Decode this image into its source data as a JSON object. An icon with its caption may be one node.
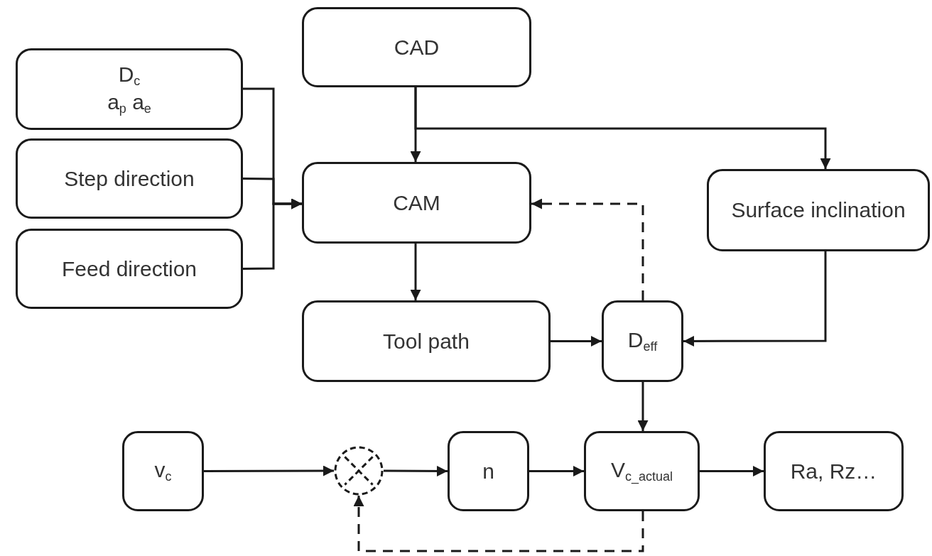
{
  "diagram": {
    "nodes": [
      {
        "text": [
          "CAD"
        ]
      },
      {
        "text": [
          "D$_{c}$",
          "a$_{p}$ a$_{e}$"
        ]
      },
      {
        "text": [
          "Step direction"
        ]
      },
      {
        "text": [
          "Feed direction"
        ]
      },
      {
        "text": [
          "CAM"
        ]
      },
      {
        "text": [
          "Surface inclination"
        ]
      },
      {
        "text": [
          "Tool path"
        ]
      },
      {
        "text": [
          "D$_{eff}$"
        ]
      },
      {
        "text": [
          "v$_{c}$"
        ]
      },
      {
        "text": [],
        "shape": "circle"
      },
      {
        "text": [
          "n"
        ]
      },
      {
        "text": [
          "V$_{c_actual}$"
        ]
      },
      {
        "text": [
          "Ra, Rz…"
        ]
      }
    ],
    "edges": [
      {
        "from": 1,
        "to": 4,
        "arrow": "to"
      },
      {
        "from": 2,
        "to": 4,
        "arrow": "to"
      },
      {
        "from": 3,
        "to": 4,
        "arrow": "to"
      },
      {
        "from": 0,
        "to": 4,
        "arrow": "to"
      },
      {
        "from": 0,
        "to": 5,
        "arrow": "to"
      },
      {
        "from": 4,
        "to": 6,
        "arrow": "to"
      },
      {
        "from": 6,
        "to": 7,
        "arrow": "to"
      },
      {
        "from": 5,
        "to": 7,
        "arrow": "to"
      },
      {
        "from": 7,
        "to": 4,
        "arrow": "to",
        "style": "dashed"
      },
      {
        "from": 7,
        "to": 11,
        "arrow": "to"
      },
      {
        "from": 8,
        "to": 9,
        "arrow": "to"
      },
      {
        "from": 9,
        "to": 10,
        "arrow": "to"
      },
      {
        "from": 10,
        "to": 11,
        "arrow": "to"
      },
      {
        "from": 11,
        "to": 12,
        "arrow": "to"
      },
      {
        "from": 11,
        "to": 9,
        "arrow": "to",
        "style": "dashed"
      }
    ]
  }
}
